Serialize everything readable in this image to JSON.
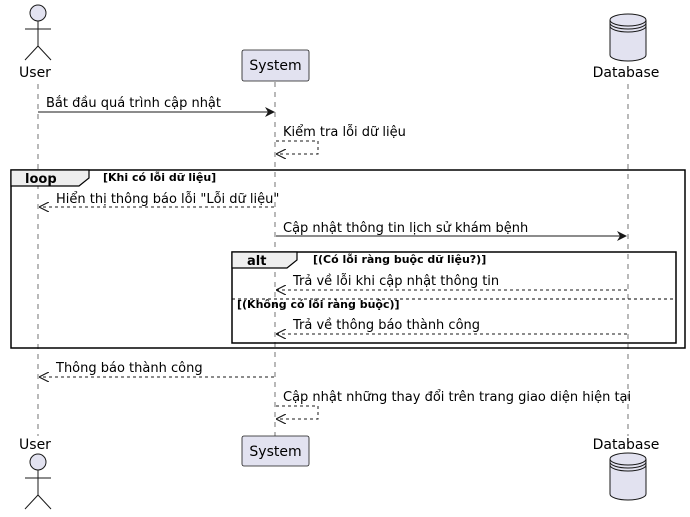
{
  "participants": {
    "user": "User",
    "system": "System",
    "database": "Database"
  },
  "messages": [
    "Bắt đầu quá trình cập nhật",
    "Kiểm tra lỗi dữ liệu",
    "Hiển thị thông báo lỗi \"Lỗi dữ liệu\"",
    "Cập nhật thông tin lịch sử khám bệnh",
    "Trả về lỗi khi cập nhật thông tin",
    "Trả về thông báo thành công",
    "Thông báo thành công",
    "Cập nhật những thay đổi trên trang giao diện hiện tại"
  ],
  "fragments": {
    "loop_keyword": "loop",
    "loop_condition": "[Khi có lỗi dữ liệu]",
    "alt_keyword": "alt",
    "alt_condition_1": "[(Có lỗi ràng buộc dữ liệu?)]",
    "alt_condition_2": "[(Không có lỗi ràng buộc)]"
  },
  "colors": {
    "participant_fill": "#e2e2f0",
    "participant_stroke": "#181818",
    "lifeline": "#181818"
  }
}
